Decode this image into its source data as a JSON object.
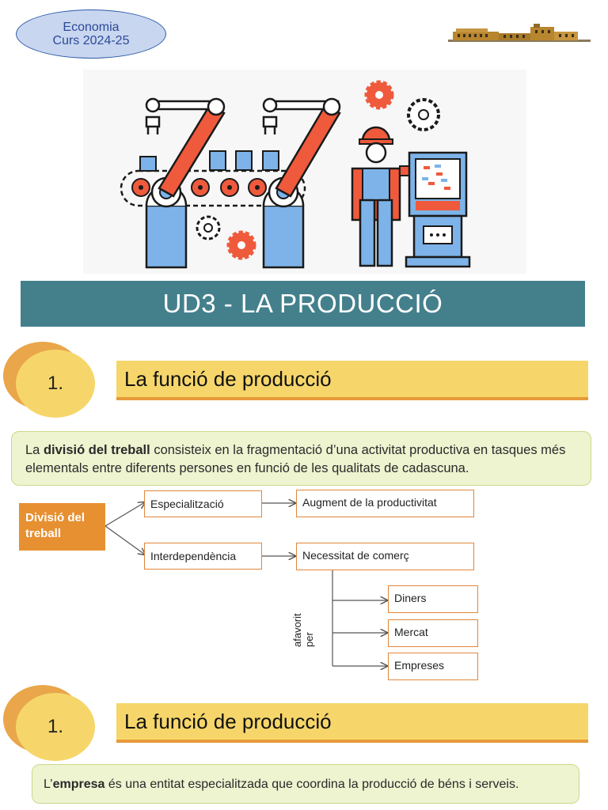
{
  "header": {
    "course_line1": "Economia",
    "course_line2": "Curs 2024-25"
  },
  "banner": {
    "title": "UD3 - LA PRODUCCIÓ"
  },
  "sections": [
    {
      "number": "1.",
      "title": "La funció de producció",
      "definition": {
        "pre": "La ",
        "bold": "divisió del treball",
        "post": " consisteix en la fragmentació d’una activitat productiva en tasques més elementals entre diferents persones en funció de les qualitats de cadascuna."
      }
    },
    {
      "number": "1.",
      "title": "La funció de producció",
      "definition": {
        "pre": "L’",
        "bold": "empresa",
        "post": " és una entitat especialitzada que coordina la producció de béns i serveis."
      }
    }
  ],
  "diagram": {
    "root": "Divisió del treball",
    "branch1": "Especialització",
    "branch1_result": "Augment de la productivitat",
    "branch2": "Interdependència",
    "branch2_result": "Necessitat de comerç",
    "favoured_by_label_1": "afavorit",
    "favoured_by_label_2": "per",
    "favoured_items": [
      "Diners",
      "Mercat",
      "Empreses"
    ]
  },
  "colors": {
    "banner": "#44808c",
    "section_bar": "#f6d66a",
    "section_accent": "#e79a3a",
    "diagram_root": "#e79031",
    "diagram_border": "#e0863a",
    "definition_bg": "#eef3d0"
  }
}
